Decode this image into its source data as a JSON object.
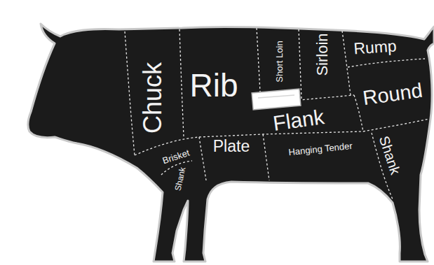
{
  "diagram": {
    "labels": [
      "Chuck",
      "Rib",
      "Short Loin",
      "Sirloin",
      "Rump",
      "Round",
      "Flank",
      "Brisket",
      "Plate",
      "Hanging Tender",
      "Shank",
      "Shank"
    ]
  }
}
